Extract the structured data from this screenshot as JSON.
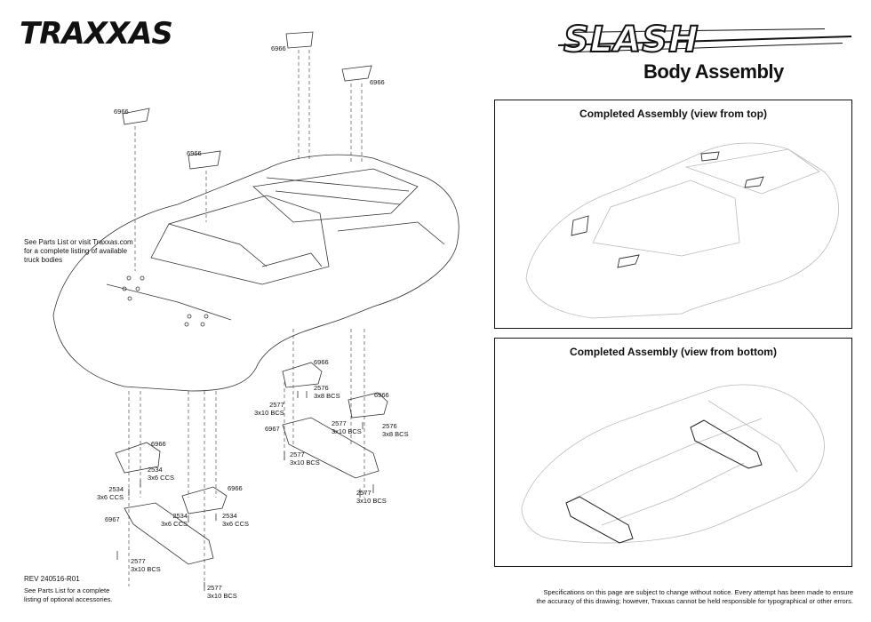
{
  "header": {
    "logo_text": "TRAXXAS",
    "brand_text": "SLASH",
    "page_title": "Body Assembly"
  },
  "panels": {
    "top_title": "Completed Assembly (view from top)",
    "bottom_title": "Completed Assembly (view from bottom)"
  },
  "notes": {
    "parts_list": "See Parts List or visit Traxxas.com for a complete listing of available truck bodies",
    "rev": "REV 240516-R01",
    "accessories": "See Parts List for a complete listing of optional accessories.",
    "disclaimer_line1": "Specifications on this page are subject to change without notice.  Every attempt has been made to ensure",
    "disclaimer_line2": "the accuracy of this drawing; however, Traxxas cannot be held responsible for typographical or other errors."
  },
  "callouts": [
    {
      "id": "c1",
      "part": "6966",
      "desc": ""
    },
    {
      "id": "c2",
      "part": "6966",
      "desc": ""
    },
    {
      "id": "c3",
      "part": "6966",
      "desc": ""
    },
    {
      "id": "c4",
      "part": "6966",
      "desc": ""
    },
    {
      "id": "c5",
      "part": "6966",
      "desc": ""
    },
    {
      "id": "c6",
      "part": "2576",
      "desc": "3x8 BCS"
    },
    {
      "id": "c7",
      "part": "2577",
      "desc": "3x10 BCS"
    },
    {
      "id": "c8",
      "part": "6966",
      "desc": ""
    },
    {
      "id": "c9",
      "part": "2577",
      "desc": "3x10 BCS"
    },
    {
      "id": "c10",
      "part": "2576",
      "desc": "3x8 BCS"
    },
    {
      "id": "c11",
      "part": "6967",
      "desc": ""
    },
    {
      "id": "c12",
      "part": "2577",
      "desc": "3x10 BCS"
    },
    {
      "id": "c13",
      "part": "2577",
      "desc": "3x10 BCS"
    },
    {
      "id": "c14",
      "part": "6966",
      "desc": ""
    },
    {
      "id": "c15",
      "part": "2534",
      "desc": "3x6 CCS"
    },
    {
      "id": "c16",
      "part": "2534",
      "desc": "3x6 CCS"
    },
    {
      "id": "c17",
      "part": "6966",
      "desc": ""
    },
    {
      "id": "c18",
      "part": "2534",
      "desc": "3x6 CCS"
    },
    {
      "id": "c19",
      "part": "2534",
      "desc": "3x6 CCS"
    },
    {
      "id": "c20",
      "part": "6967",
      "desc": ""
    },
    {
      "id": "c21",
      "part": "2577",
      "desc": "3x10 BCS"
    },
    {
      "id": "c22",
      "part": "2577",
      "desc": "3x10 BCS"
    }
  ]
}
